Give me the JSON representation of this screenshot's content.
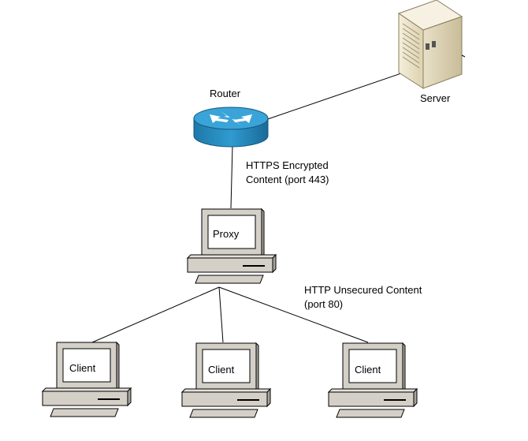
{
  "nodes": {
    "router": {
      "label": "Router"
    },
    "server": {
      "label": "Server"
    },
    "proxy": {
      "label": "Proxy"
    },
    "client_1": {
      "label": "Client"
    },
    "client_2": {
      "label": "Client"
    },
    "client_3": {
      "label": "Client"
    }
  },
  "links": {
    "https": {
      "line1": "HTTPS Encrypted",
      "line2": "Content (port 443)"
    },
    "http": {
      "line1": "HTTP Unsecured Content",
      "line2": "(port 80)"
    }
  },
  "colors": {
    "computer_body": "#d4d0c8",
    "computer_outline": "#000000",
    "router_top": "#2c8fc4",
    "router_side": "#1c6d9c",
    "server_body": "#ece3c8",
    "line": "#000000"
  }
}
